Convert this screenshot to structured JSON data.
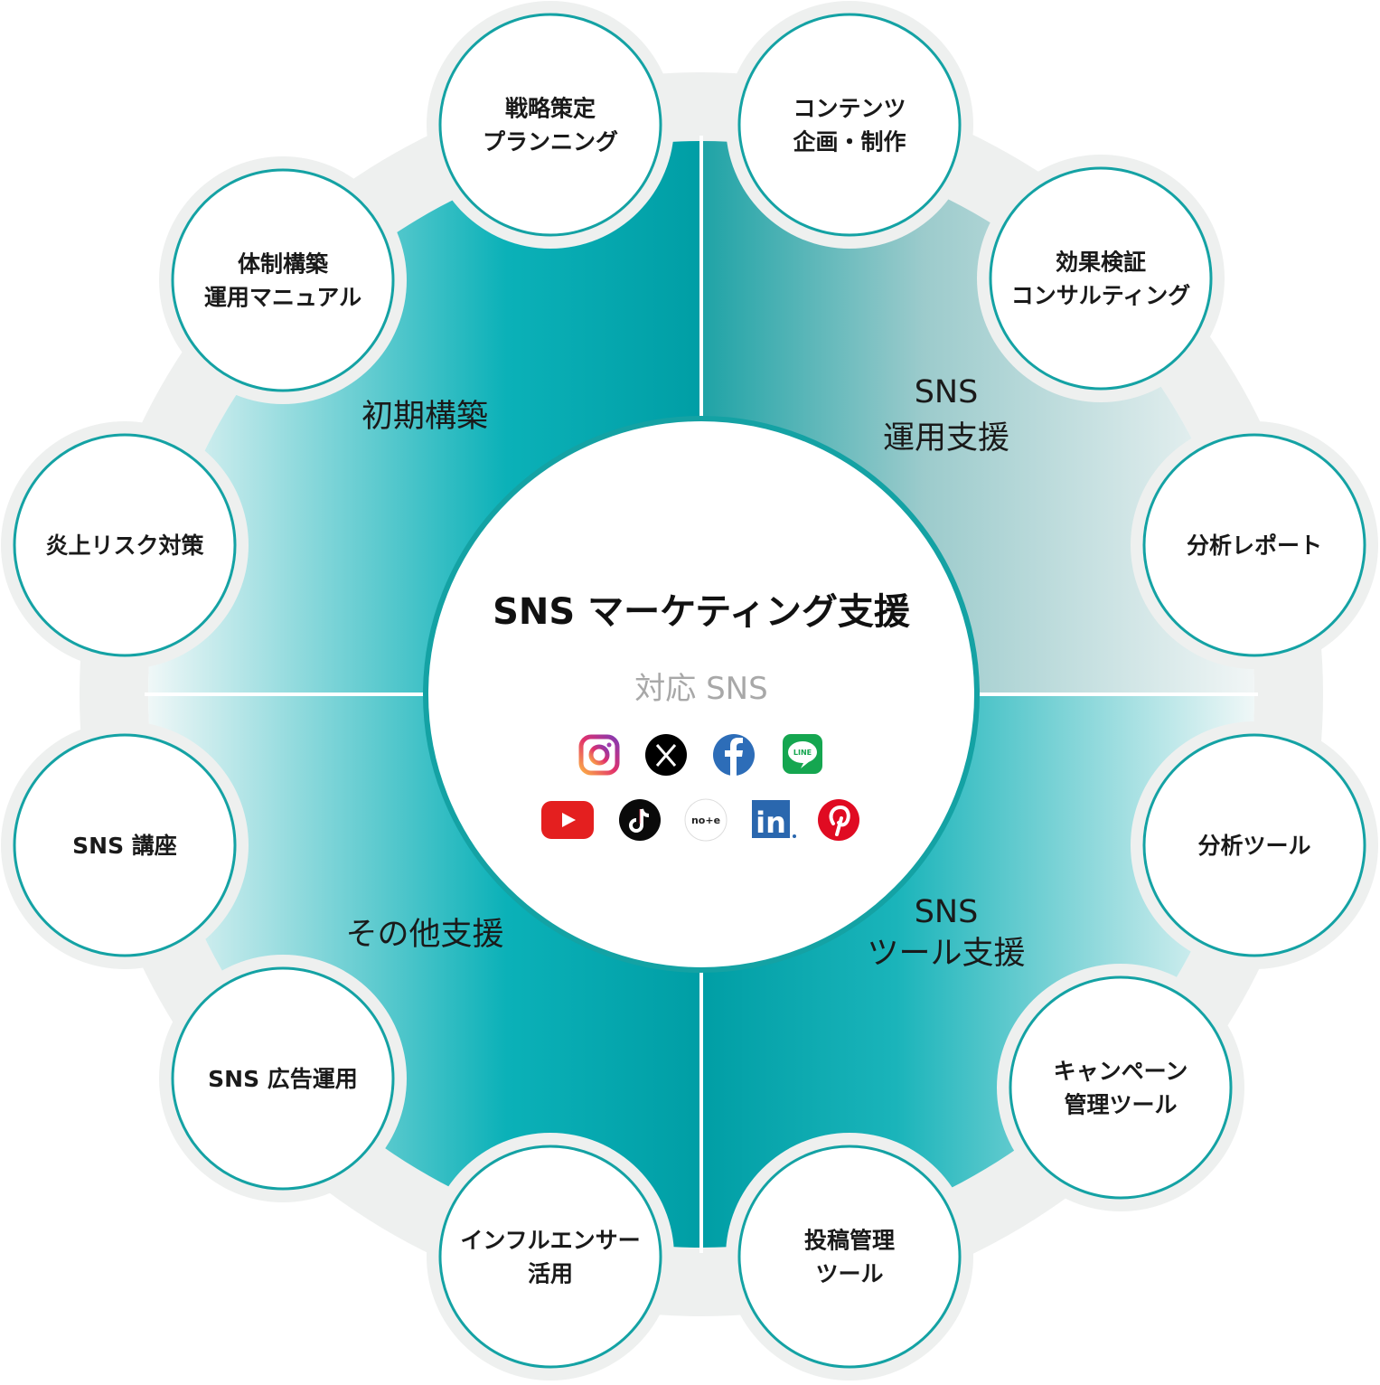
{
  "center": {
    "title": "SNS マーケティング支援",
    "subtitle": "対応 SNS",
    "sns_icons": [
      "instagram-icon",
      "x-icon",
      "facebook-icon",
      "line-icon",
      "youtube-icon",
      "tiktok-icon",
      "note-icon",
      "linkedin-icon",
      "pinterest-icon"
    ],
    "line_label": "LINE",
    "note_label": "no+e"
  },
  "quadrants": [
    {
      "lines": [
        "初期構築"
      ]
    },
    {
      "lines": [
        "SNS",
        "運用支援"
      ]
    },
    {
      "lines": [
        "SNS",
        "ツール支援"
      ]
    },
    {
      "lines": [
        "その他支援"
      ]
    }
  ],
  "nodes": [
    {
      "lines": [
        "戦略策定",
        "プランニング"
      ]
    },
    {
      "lines": [
        "コンテンツ",
        "企画・制作"
      ]
    },
    {
      "lines": [
        "効果検証",
        "コンサルティング"
      ]
    },
    {
      "lines": [
        "分析レポート"
      ]
    },
    {
      "lines": [
        "分析ツール"
      ]
    },
    {
      "lines": [
        "キャンペーン",
        "管理ツール"
      ]
    },
    {
      "lines": [
        "投稿管理",
        "ツール"
      ]
    },
    {
      "lines": [
        "インフルエンサー",
        "活用"
      ]
    },
    {
      "lines": [
        "SNS 広告運用"
      ]
    },
    {
      "lines": [
        "SNS 講座"
      ]
    },
    {
      "lines": [
        "炎上リスク対策"
      ]
    },
    {
      "lines": [
        "体制構築",
        "運用マニュアル"
      ]
    }
  ],
  "colors": {
    "teal": "#12a3a6",
    "ring": "#eef0ef",
    "dark": "#00a2a8"
  }
}
